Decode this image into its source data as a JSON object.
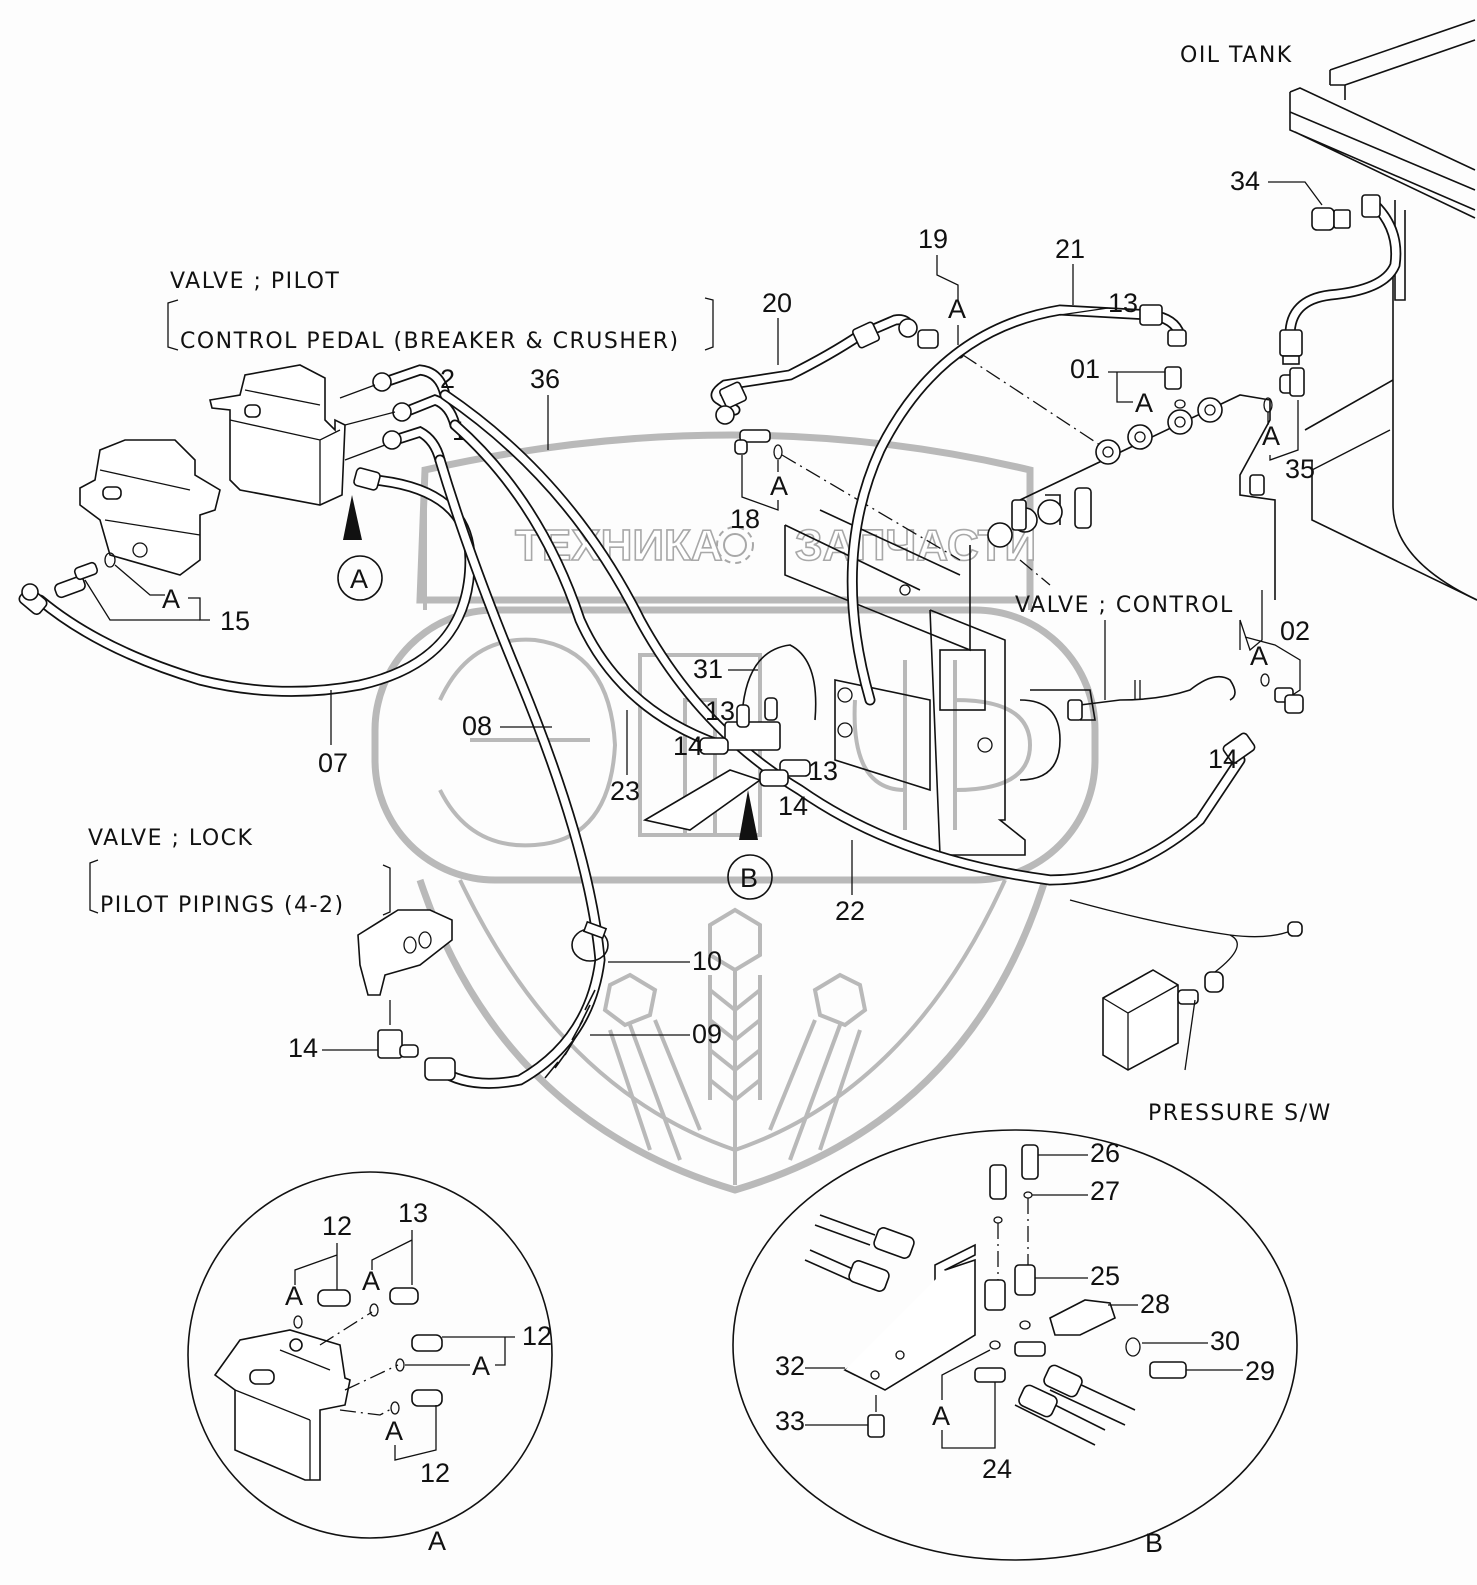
{
  "title": "Pilot piping — breaker & crusher control pedal",
  "captions": {
    "valve_pilot_line1": "VALVE ; PILOT",
    "valve_pilot_line2": "CONTROL PEDAL (BREAKER & CRUSHER)",
    "oil_tank": "OIL TANK",
    "valve_control": "VALVE ; CONTROL",
    "valve_lock_line1": "VALVE ; LOCK",
    "valve_lock_line2": "PILOT  PIPINGS (4-2)",
    "pressure_sw": "PRESSURE S/W"
  },
  "watermark": {
    "left_text": "ТЕХНИКА",
    "right_text": "ЗАПЧАСТИ",
    "logo_letters": "ЭПФ",
    "gear_icon": "gear-icon",
    "color": "#b9b9b9"
  },
  "callouts": {
    "main": [
      "01",
      "02",
      "07",
      "08",
      "09",
      "10",
      "13",
      "13",
      "13",
      "14",
      "14",
      "14",
      "14",
      "15",
      "18",
      "19",
      "20",
      "21",
      "22",
      "23",
      "31",
      "34",
      "35",
      "36",
      "1",
      "2"
    ],
    "p01": "01",
    "p02": "02",
    "p07": "07",
    "p08": "08",
    "p09": "09",
    "p10": "10",
    "p13a": "13",
    "p13b": "13",
    "p13c": "13",
    "p14a": "14",
    "p14b": "14",
    "p14c": "14",
    "p14d": "14",
    "p15": "15",
    "p18": "18",
    "p19": "19",
    "p20": "20",
    "p21": "21",
    "p22": "22",
    "p23": "23",
    "p31": "31",
    "p34": "34",
    "p35": "35",
    "p36": "36",
    "port1": "1",
    "port2": "2",
    "seal_mark": "A"
  },
  "detail_refs": {
    "A": "A",
    "B": "B"
  },
  "detail_A": {
    "title": "A",
    "labels": [
      "12",
      "13",
      "12",
      "12"
    ],
    "seal_mark": "A"
  },
  "detail_B": {
    "title": "B",
    "labels": {
      "p24": "24",
      "p25": "25",
      "p26": "26",
      "p27": "27",
      "p28": "28",
      "p29": "29",
      "p30": "30",
      "p32": "32",
      "p33": "33"
    },
    "seal_mark": "A"
  }
}
